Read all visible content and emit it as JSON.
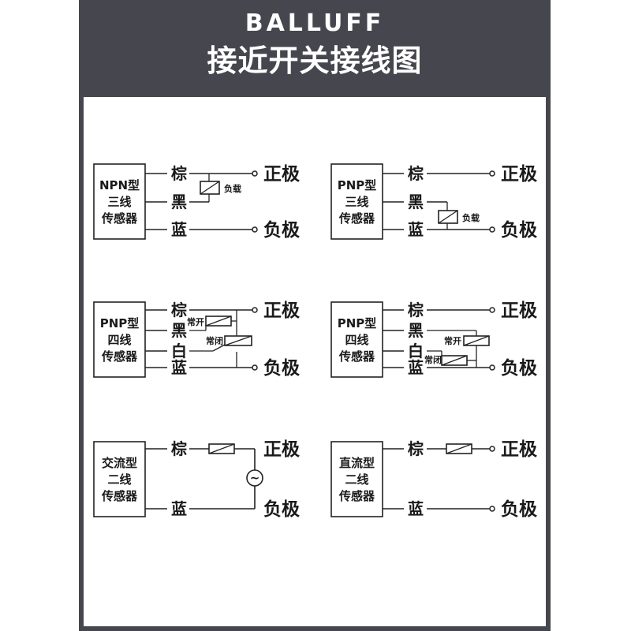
{
  "header": {
    "brand": "BALLUFF",
    "title": "接近开关接线图"
  },
  "colors": {
    "frame": "#46464e",
    "panel": "#ffffff",
    "ink": "#222222"
  },
  "diagrams": [
    {
      "id": "npn-3wire",
      "sensor_lines": [
        "NPN型",
        "三线",
        "传感器"
      ],
      "wires": [
        "棕",
        "黑",
        "蓝"
      ],
      "terminals": [
        "正极",
        "负极"
      ],
      "loads": [
        "负载"
      ]
    },
    {
      "id": "pnp-3wire",
      "sensor_lines": [
        "PNP型",
        "三线",
        "传感器"
      ],
      "wires": [
        "棕",
        "黑",
        "蓝"
      ],
      "terminals": [
        "正极",
        "负极"
      ],
      "loads": [
        "负载"
      ]
    },
    {
      "id": "pnp-4wire-a",
      "sensor_lines": [
        "PNP型",
        "四线",
        "传感器"
      ],
      "wires": [
        "棕",
        "黑",
        "白",
        "蓝"
      ],
      "terminals": [
        "正极",
        "负极"
      ],
      "loads": [
        "常开",
        "常闭"
      ]
    },
    {
      "id": "pnp-4wire-b",
      "sensor_lines": [
        "PNP型",
        "四线",
        "传感器"
      ],
      "wires": [
        "棕",
        "黑",
        "白",
        "蓝"
      ],
      "terminals": [
        "正极",
        "负极"
      ],
      "loads": [
        "常开",
        "常闭"
      ]
    },
    {
      "id": "ac-2wire",
      "sensor_lines": [
        "交流型",
        "二线",
        "传感器"
      ],
      "wires": [
        "棕",
        "蓝"
      ],
      "terminals": [
        "正极",
        "负极"
      ],
      "ac_symbol": "~"
    },
    {
      "id": "dc-2wire",
      "sensor_lines": [
        "直流型",
        "二线",
        "传感器"
      ],
      "wires": [
        "棕",
        "蓝"
      ],
      "terminals": [
        "正极",
        "负极"
      ]
    }
  ]
}
